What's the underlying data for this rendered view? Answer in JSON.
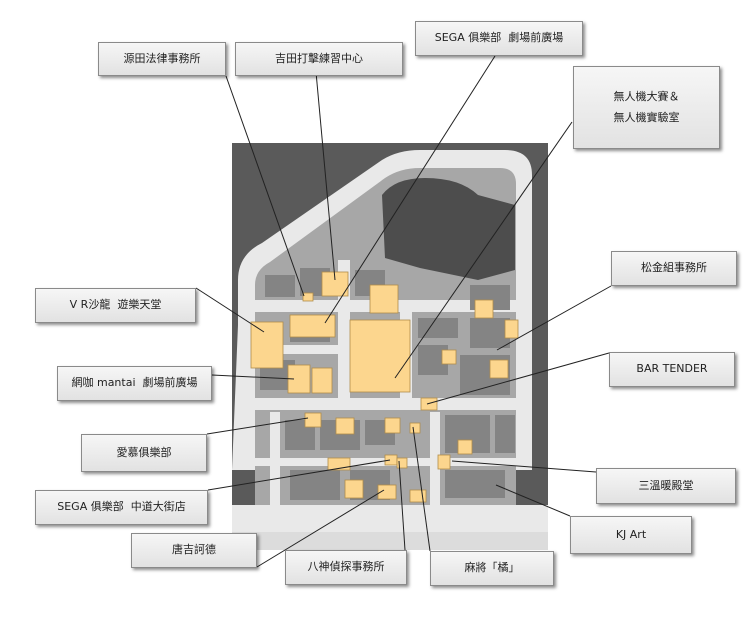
{
  "map": {
    "colors": {
      "outer": "#5a5a5a",
      "road": "#e9e9e9",
      "block": "#a7a7a7",
      "building": "#848484",
      "plaza": "#4d4d4d",
      "poi": "#fcd68e",
      "poi_stroke": "#b08c4a",
      "leader": "#222222"
    },
    "labels": [
      {
        "id": "minamoto-law",
        "text": "源田法律事務所"
      },
      {
        "id": "yoshida-batting",
        "text": "吉田打擊練習中心"
      },
      {
        "id": "sega-theater",
        "text": "SEGA 俱樂部  劇場前廣場"
      },
      {
        "id": "drone",
        "text": "無人機大賽＆\n無人機實驗室"
      },
      {
        "id": "matsukane",
        "text": "松金組事務所"
      },
      {
        "id": "vr-salon",
        "text": "V R沙龍  遊樂天堂"
      },
      {
        "id": "mantai",
        "text": "網咖 mantai  劇場前廣場"
      },
      {
        "id": "bar-tender",
        "text": "BAR TENDER"
      },
      {
        "id": "aimu",
        "text": "愛慕俱樂部"
      },
      {
        "id": "sanon",
        "text": "三溫暖殿堂"
      },
      {
        "id": "sega-nakamichi",
        "text": "SEGA 俱樂部  中道大街店"
      },
      {
        "id": "kj-art",
        "text": "KJ Art"
      },
      {
        "id": "karakichi",
        "text": "唐吉訶德"
      },
      {
        "id": "yagami",
        "text": "八神偵探事務所"
      },
      {
        "id": "mahjong",
        "text": "麻將「橘」"
      }
    ]
  }
}
